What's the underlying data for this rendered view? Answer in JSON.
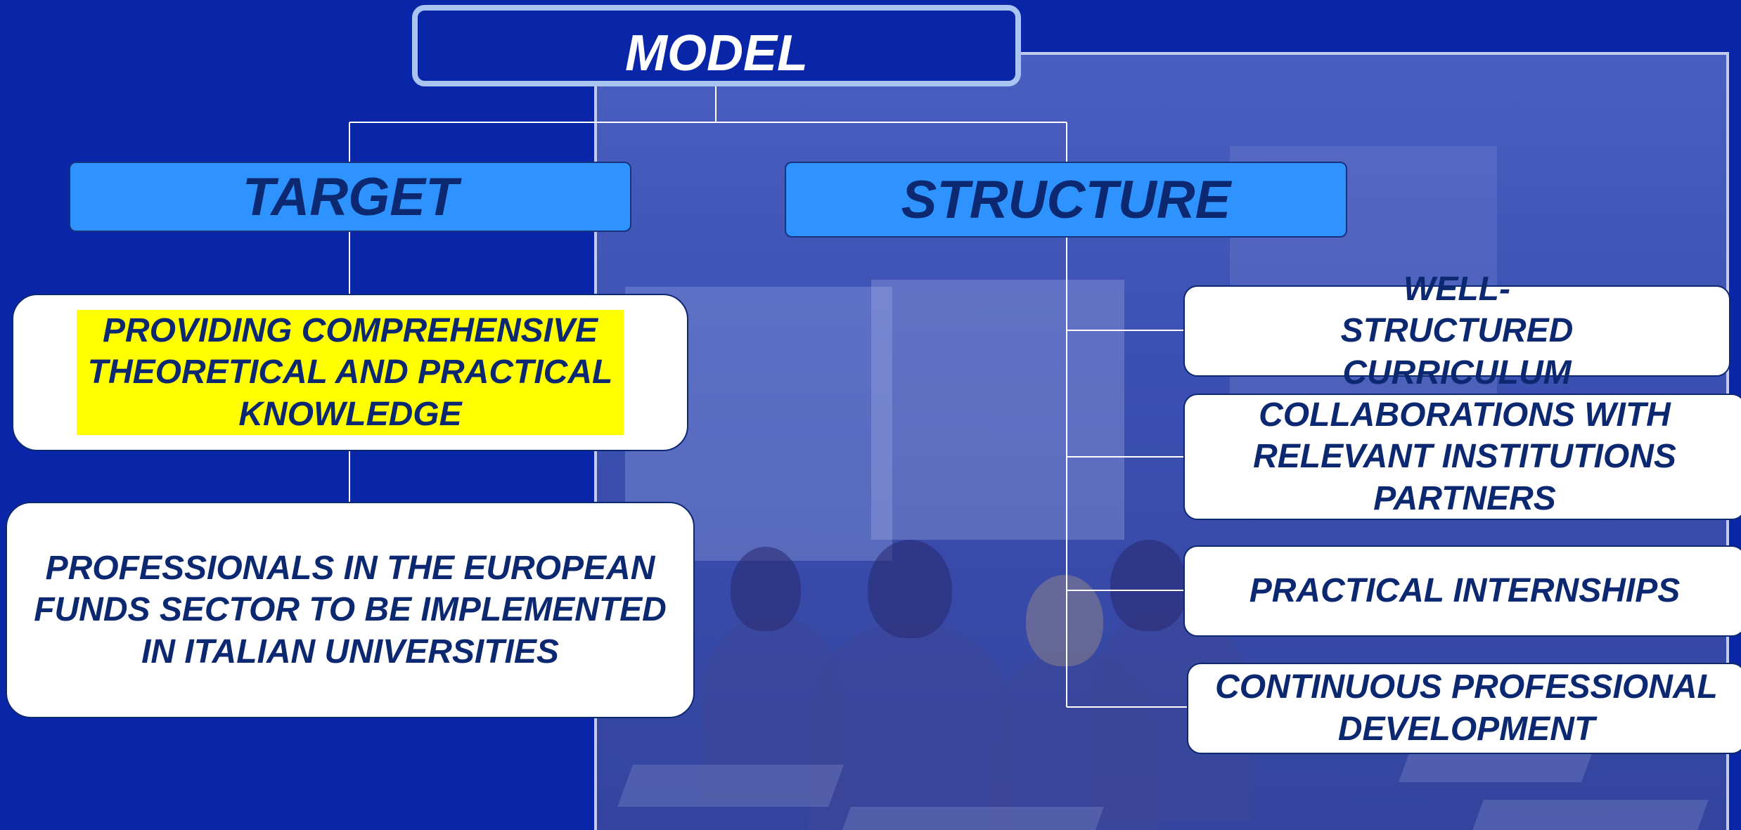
{
  "diagram": {
    "title": "MODEL",
    "branches": {
      "target": {
        "label": "TARGET",
        "items": [
          "PROVIDING COMPREHENSIVE THEORETICAL AND PRACTICAL KNOWLEDGE",
          "PROFESSIONALS IN THE EUROPEAN FUNDS SECTOR TO BE IMPLEMENTED IN ITALIAN UNIVERSITIES"
        ]
      },
      "structure": {
        "label": "STRUCTURE",
        "items": [
          "WELL-STRUCTURED CURRICULUM",
          "COLLABORATIONS WITH RELEVANT INSTITUTIONS PARTNERS",
          "PRACTICAL INTERNSHIPS",
          "CONTINUOUS PROFESSIONAL DEVELOPMENT"
        ]
      }
    }
  },
  "colors": {
    "background": "#0a26a8",
    "header_fill": "#2e93ff",
    "header_text": "#0b2870",
    "highlight": "#ffff00",
    "connector": "#ffffff"
  }
}
